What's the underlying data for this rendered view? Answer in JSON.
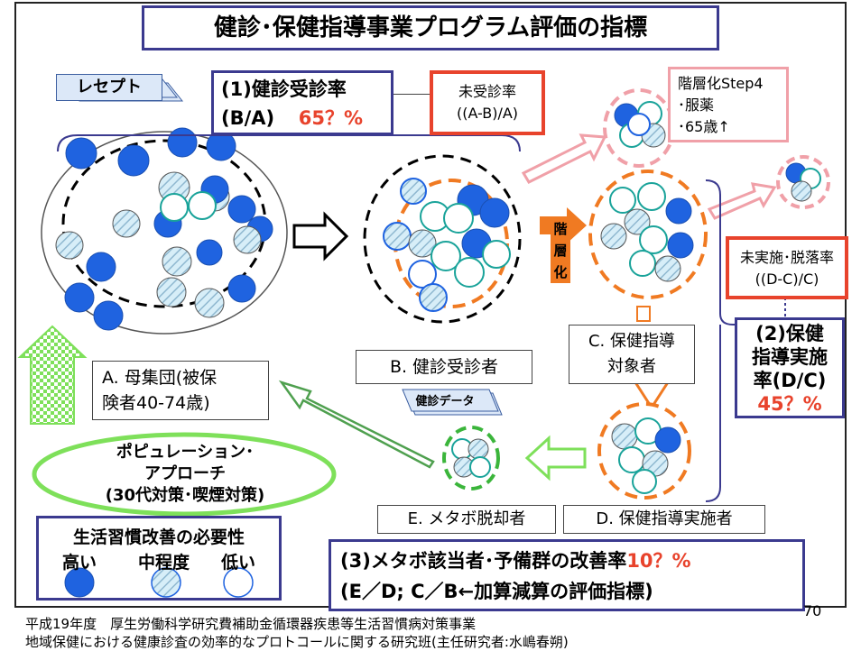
{
  "title": "健診･保健指導事業プログラム評価の指標",
  "receipt": {
    "label": "レセプト"
  },
  "metric1": {
    "line1": "(1)健診受診率",
    "ratio": "(B/A)",
    "value": "65？%"
  },
  "unexamined": {
    "line1": "未受診率",
    "line2": "((A-B)/A)"
  },
  "step4": {
    "line1": "階層化Step4",
    "line2": "･服薬",
    "line3": "･65歳↑"
  },
  "stratify": {
    "label": "階層化"
  },
  "dropout": {
    "line1": "未実施･脱落率",
    "line2": "((D-C)/C)"
  },
  "metric2": {
    "line1": "(2)保健",
    "line2": "指導実施",
    "line3": "率(D/C)",
    "value": "45？%"
  },
  "groupA": {
    "line1": "A. 母集団(被保",
    "line2": "険者40-74歳)"
  },
  "groupB": {
    "label": "B. 健診受診者"
  },
  "groupC": {
    "line1": "C. 保健指導",
    "line2": "対象者"
  },
  "groupD": {
    "label": "D. 保健指導実施者"
  },
  "groupE": {
    "label": "E. メタボ脱却者"
  },
  "kenshin_data": {
    "label": "健診データ"
  },
  "population": {
    "line1": "ポピュレーション･",
    "line2": "アプローチ",
    "line3": "(30代対策･喫煙対策)"
  },
  "legend": {
    "title": "生活習慣改善の必要性",
    "high": "高い",
    "mid": "中程度",
    "low": "低い"
  },
  "metric3": {
    "line1": "(3)メタボ該当者･予備群の改善率",
    "value": "10？%",
    "line2": "(E／D;  C／B←加算減算の評価指標)"
  },
  "page_number": "70",
  "footer": {
    "line1": "平成19年度　厚生労働科学研究費補助金循環器疾患等生活習慣病対策事業",
    "line2": "地域保健における健康診査の効率的なプロトコールに関する研究班(主任研究者:水嶋春朔)"
  },
  "colors": {
    "title_border": "#3b3a8f",
    "accent_red": "#e8432c",
    "circle_blue": "#1f63e0",
    "teal": "#1aa39a",
    "green": "#7ee05a",
    "orange": "#f07a22",
    "pink": "#f0a0a8"
  }
}
